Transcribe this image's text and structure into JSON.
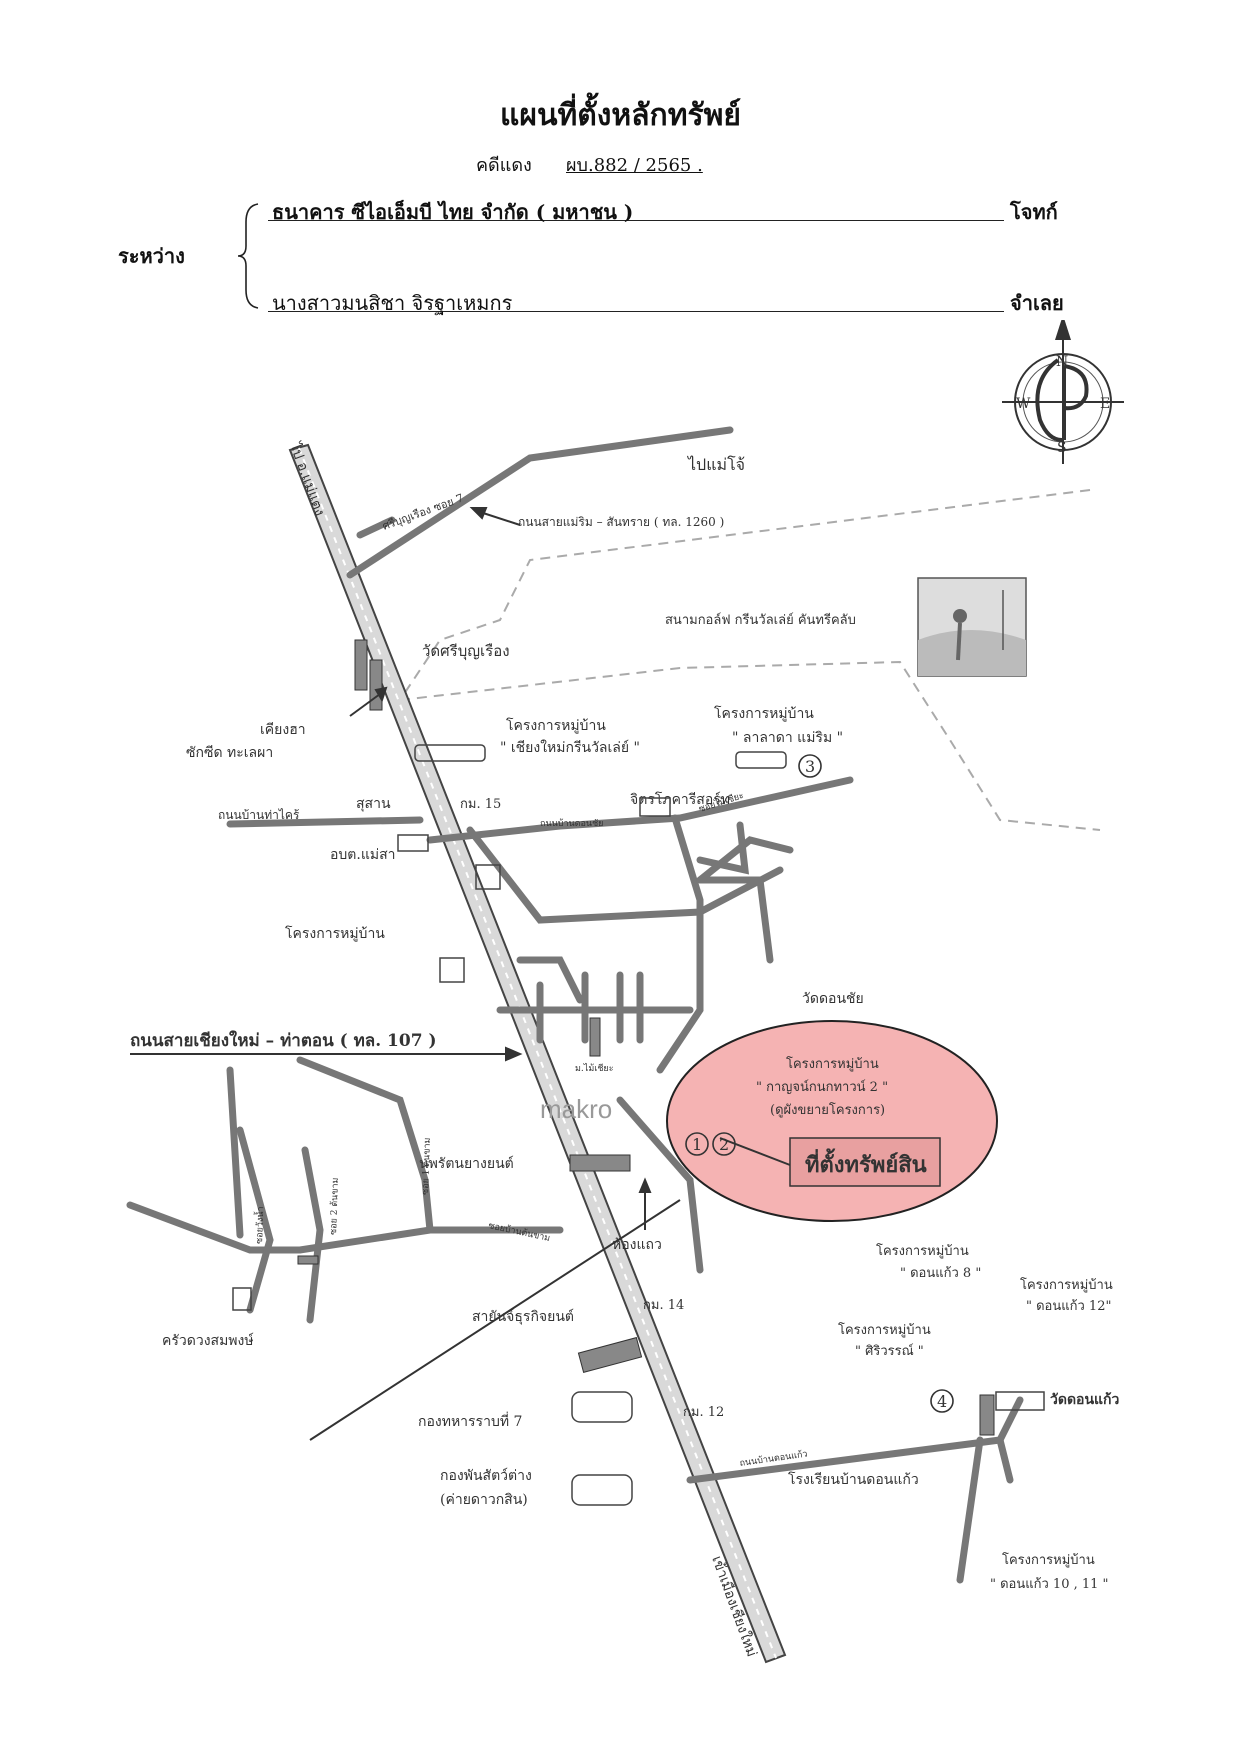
{
  "header": {
    "title": "แผนที่ตั้งหลักทรัพย์",
    "case_label": "คดีแดง",
    "case_number": "ผบ.882 / 2565 .",
    "between_label": "ระหว่าง",
    "plaintiff": "ธนาคาร ซีไอเอ็มบี ไทย จำกัด ( มหาชน )",
    "plaintiff_role": "โจทก์",
    "defendant": "นางสาวมนสิชา จิรฐาเหมกร",
    "defendant_role": "จำเลย"
  },
  "compass": {
    "n": "N",
    "s": "S",
    "e": "E",
    "w": "W"
  },
  "map": {
    "roads": {
      "north_mae_taeng": "ไป อ.แม่แตง",
      "mae_jo": "ไปแม่โจ้",
      "srib_soi7": "ศรีบุญเรือง ซอย 7",
      "mae_rim_sansai": "ถนนสายแม่ริม – สันทราย ( ทล. 1260 )",
      "ban_tha_kai": "ถนนบ้านท่าไคร้",
      "don_chai_rd": "ถนนบ้านดอนชัย",
      "mae_pia": "ซอยไม้เชียะ",
      "cm_tha_ton": "ถนนสายเชียงใหม่ – ท่าตอน ( ทล. 107 )",
      "ban_ton_kham": "ซอยบ้านต้นขาม",
      "soi1": "ซอย 1 ต้นขาม",
      "soi2": "ซอย 2 ต้นขาม",
      "soi_wang_nam": "ซอยวังน้ำ",
      "don_kaew_rd": "ถนนบ้านดอนแก้ว",
      "to_city": "เข้าเมืองเชียงใหม่"
    },
    "places": {
      "golf": "สนามกอล์ฟ กรีนวัลเล่ย์ คันทรีคลับ",
      "wat_sriboon": "วัดศรีบุญเรือง",
      "flats": "เคียงฮา",
      "hanging_pan": "ซักซีด ทะเลผา",
      "proj_green_valley_1": "โครงการหมู่บ้าน",
      "proj_green_valley_2": "\" เชียงใหม่กรีนวัลเล่ย์ \"",
      "proj_lada_1": "โครงการหมู่บ้าน",
      "proj_lada_2": "\" ลาลาดา แม่ริม \"",
      "km15": "กม. 15",
      "resort": "จิตรโภคารีสอร์ท",
      "cemetery": "สุสาน",
      "tambon_office": "อบต.แม่สา",
      "proj_plain": "โครงการหมู่บ้าน",
      "wat_don_chai": "วัดดอนชัย",
      "mae_pia_hotel": "ม.ไม้เชียะ",
      "makro": "makro",
      "proj_kanjanakarn_1": "โครงการหมู่บ้าน",
      "proj_kanjanakarn_2": "\" กาญจน์กนกทาวน์ 2 \"",
      "proj_kanjanakarn_3": "(ดูผังขยายโครงการ)",
      "asset_location": "ที่ตั้งทรัพย์สิน",
      "num1": "1",
      "num2": "2",
      "num3": "3",
      "num4": "4",
      "navarat": "นพรัตนยางยนต์",
      "shophouse": "ห้องแถว",
      "khrua": "ครัวดวงสมพงษ์",
      "sayan": "สายันจ์ธุรกิจยนต์",
      "km14": "กม. 14",
      "km12": "กม. 12",
      "cavalry7": "กองทหารราบที่ 7",
      "vet_corps_1": "กองพันสัตว์ต่าง",
      "vet_corps_2": "(ค่ายดาวกสิน)",
      "proj_donkaew8_1": "โครงการหมู่บ้าน",
      "proj_donkaew8_2": "\" ดอนแก้ว 8 \"",
      "proj_donkaew12_1": "โครงการหมู่บ้าน",
      "proj_donkaew12_2": "\" ดอนแก้ว 12\"",
      "proj_siriwan_1": "โครงการหมู่บ้าน",
      "proj_siriwan_2": "\" ศิริวรรณ์ \"",
      "wat_don_kaew": "วัดดอนแก้ว",
      "school": "โรงเรียนบ้านดอนแก้ว",
      "proj_donkaew1011_1": "โครงการหมู่บ้าน",
      "proj_donkaew1011_2": "\" ดอนแก้ว 10 , 11 \""
    }
  },
  "colors": {
    "highlight": "#f5b3b3",
    "road_fill": "#d9d9d9",
    "ink": "#333333"
  }
}
